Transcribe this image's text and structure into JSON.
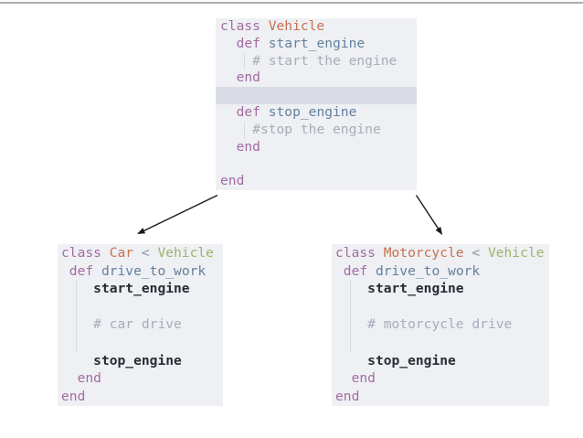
{
  "colors": {
    "page_bg": "#ffffff",
    "page_border": "#abaeb3",
    "block_bg": "#eef0f3",
    "highlight_bg": "#d9dce4",
    "guide": "#d9dce2",
    "plain": "#3b4252",
    "keyword": "#a46ba3",
    "classname": "#c9714f",
    "method": "#63809f",
    "comment": "#a6aeba",
    "operator": "#8d95a1",
    "superclass": "#9fb36c",
    "call": "#272c36",
    "arrow": "#1a1a1a"
  },
  "diagram": {
    "root_class": "Vehicle",
    "subclasses": [
      "Car",
      "Motorcycle"
    ],
    "arrows": [
      {
        "from": "Vehicle",
        "to": "Car"
      },
      {
        "from": "Vehicle",
        "to": "Motorcycle"
      }
    ]
  },
  "blocks": {
    "vehicle": {
      "title": "Vehicle",
      "lines": [
        {
          "tokens": [
            {
              "t": "class ",
              "c": "keyword"
            },
            {
              "t": "Vehicle",
              "c": "classname"
            }
          ]
        },
        {
          "tokens": [
            {
              "t": "  ",
              "c": "plain"
            },
            {
              "t": "def ",
              "c": "keyword"
            },
            {
              "t": "start_engine",
              "c": "method"
            }
          ]
        },
        {
          "guide": 31,
          "tokens": [
            {
              "t": "    ",
              "c": "plain"
            },
            {
              "t": "# start the engine",
              "c": "comment"
            }
          ]
        },
        {
          "tokens": [
            {
              "t": "  ",
              "c": "plain"
            },
            {
              "t": "end",
              "c": "keyword"
            }
          ]
        },
        {
          "highlight": true,
          "tokens": []
        },
        {
          "tokens": [
            {
              "t": "  ",
              "c": "plain"
            },
            {
              "t": "def ",
              "c": "keyword"
            },
            {
              "t": "stop_engine",
              "c": "method"
            }
          ]
        },
        {
          "guide": 31,
          "tokens": [
            {
              "t": "    ",
              "c": "plain"
            },
            {
              "t": "#stop the engine",
              "c": "comment"
            }
          ]
        },
        {
          "tokens": [
            {
              "t": "  ",
              "c": "plain"
            },
            {
              "t": "end",
              "c": "keyword"
            }
          ]
        },
        {
          "tokens": []
        },
        {
          "tokens": [
            {
              "t": "end",
              "c": "keyword"
            }
          ]
        }
      ]
    },
    "car": {
      "title": "Car",
      "lines": [
        {
          "tokens": [
            {
              "t": "class ",
              "c": "keyword"
            },
            {
              "t": "Car",
              "c": "classname"
            },
            {
              "t": " < ",
              "c": "operator"
            },
            {
              "t": "Vehicle",
              "c": "superclass"
            }
          ]
        },
        {
          "tokens": [
            {
              "t": " ",
              "c": "plain"
            },
            {
              "t": "def ",
              "c": "keyword"
            },
            {
              "t": "drive_to_work",
              "c": "method"
            }
          ]
        },
        {
          "guide": 20,
          "tokens": [
            {
              "t": "    ",
              "c": "plain"
            },
            {
              "t": "start_engine",
              "c": "call"
            }
          ]
        },
        {
          "guide": 20,
          "tokens": []
        },
        {
          "guide": 20,
          "tokens": [
            {
              "t": "    ",
              "c": "plain"
            },
            {
              "t": "# car drive",
              "c": "comment"
            }
          ]
        },
        {
          "guide": 20,
          "tokens": []
        },
        {
          "tokens": [
            {
              "t": "    ",
              "c": "plain"
            },
            {
              "t": "stop_engine",
              "c": "call"
            }
          ]
        },
        {
          "tokens": [
            {
              "t": "  ",
              "c": "plain"
            },
            {
              "t": "end",
              "c": "keyword"
            }
          ]
        },
        {
          "tokens": [
            {
              "t": "end",
              "c": "keyword"
            }
          ]
        }
      ]
    },
    "motorcycle": {
      "title": "Motorcycle",
      "lines": [
        {
          "tokens": [
            {
              "t": "class ",
              "c": "keyword"
            },
            {
              "t": "Motorcycle",
              "c": "classname"
            },
            {
              "t": " < ",
              "c": "operator"
            },
            {
              "t": "Vehicle",
              "c": "superclass"
            }
          ]
        },
        {
          "tokens": [
            {
              "t": " ",
              "c": "plain"
            },
            {
              "t": "def ",
              "c": "keyword"
            },
            {
              "t": "drive_to_work",
              "c": "method"
            }
          ]
        },
        {
          "guide": 20,
          "tokens": [
            {
              "t": "    ",
              "c": "plain"
            },
            {
              "t": "start_engine",
              "c": "call"
            }
          ]
        },
        {
          "guide": 20,
          "tokens": []
        },
        {
          "guide": 20,
          "tokens": [
            {
              "t": "    ",
              "c": "plain"
            },
            {
              "t": "# motorcycle drive",
              "c": "comment"
            }
          ]
        },
        {
          "guide": 20,
          "tokens": []
        },
        {
          "tokens": [
            {
              "t": "    ",
              "c": "plain"
            },
            {
              "t": "stop_engine",
              "c": "call"
            }
          ]
        },
        {
          "tokens": [
            {
              "t": "  ",
              "c": "plain"
            },
            {
              "t": "end",
              "c": "keyword"
            }
          ]
        },
        {
          "tokens": [
            {
              "t": "end",
              "c": "keyword"
            }
          ]
        }
      ]
    }
  }
}
